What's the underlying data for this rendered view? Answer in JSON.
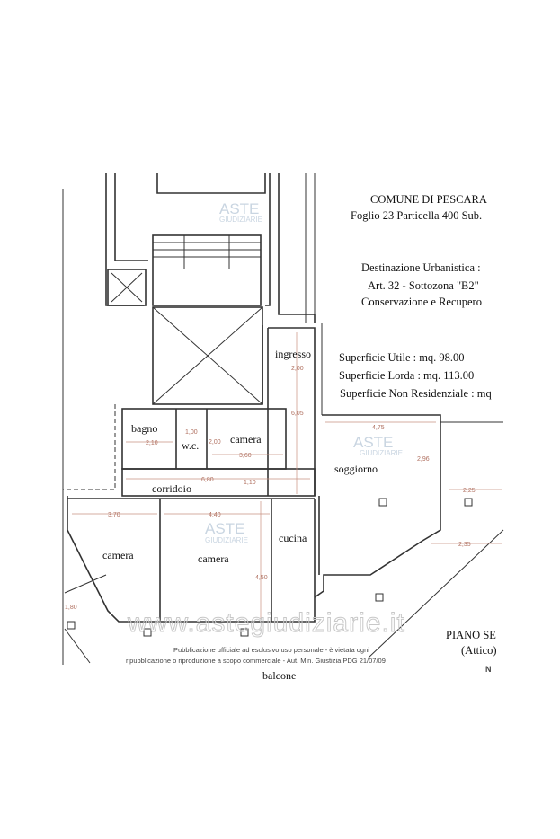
{
  "header": {
    "comune": "COMUNE DI PESCARA",
    "foglio": "Foglio 23 Particella 400 Sub.",
    "destinazione_label": "Destinazione Urbanistica :",
    "articolo": "Art. 32 - Sottozona \"B2\"",
    "zona": "Conservazione e Recupero"
  },
  "surfaces": {
    "utile": "Superficie Utile : mq. 98.00",
    "lorda": "Superficie Lorda : mq. 113.00",
    "non_residenziale": "Superficie Non Residenziale : mq"
  },
  "rooms": {
    "ingresso": "ingresso",
    "bagno": "bagno",
    "wc": "w.c.",
    "camera_top": "camera",
    "corridoio": "corridoio",
    "soggiorno": "soggiorno",
    "camera_left": "camera",
    "camera_mid": "camera",
    "cucina": "cucina",
    "balcone": "balcone"
  },
  "dimensions": {
    "d_ingresso": "2,00",
    "d_height": "6,05",
    "d_soggiorno_w": "4,75",
    "d_window": "2,96",
    "d_terrace1": "2,25",
    "d_terrace2": "2,35",
    "d_bagno": "2,10",
    "d_wc": "1,00",
    "d_wc_h": "2,00",
    "d_camera_top": "3,60",
    "d_corridoio": "6,80",
    "d_corr_h": "1,10",
    "d_camera_left": "3,70",
    "d_camera_mid": "4,40",
    "d_camera_mid_h": "4,50",
    "d_balcone": "1,80"
  },
  "floor": {
    "name": "PIANO SE",
    "sub": "(Attico)",
    "north": "N"
  },
  "watermark": {
    "brand_top": "ASTE",
    "brand_bottom": "GIUDIZIARIE",
    "site": "www.astegiudiziarie.it",
    "notice_line1": "Pubblicazione ufficiale ad esclusivo uso personale - è vietata ogni",
    "notice_line2": "ripubblicazione o riproduzione a scopo commerciale - Aut. Min. Giustizia PDG 21/07/09"
  }
}
